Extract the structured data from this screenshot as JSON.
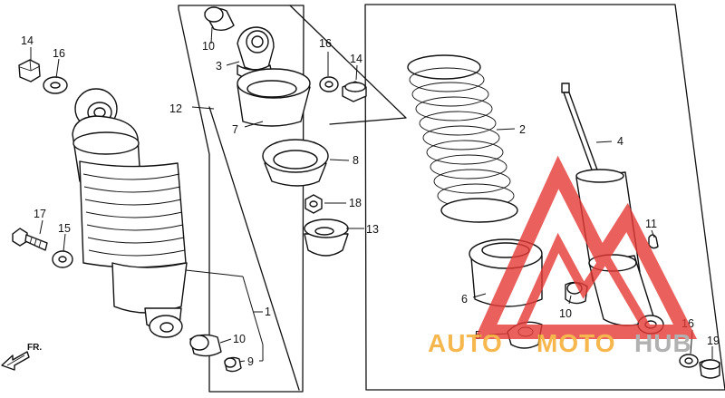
{
  "callouts": {
    "n1": "1",
    "n2": "2",
    "n3": "3",
    "n4": "4",
    "n5": "5",
    "n6": "6",
    "n7": "7",
    "n8": "8",
    "n9": "9",
    "n10a": "10",
    "n10b": "10",
    "n10c": "10",
    "n11": "11",
    "n12": "12",
    "n13": "13",
    "n14a": "14",
    "n14b": "14",
    "n15": "15",
    "n16a": "16",
    "n16b": "16",
    "n16c": "16",
    "n17": "17",
    "n18": "18",
    "n19": "19"
  },
  "arrow": {
    "label": "FR."
  },
  "watermark": {
    "part1": "AUTO",
    "part2": "MOTO",
    "part3": "HUB",
    "color_red": "#e53935",
    "color_orange": "#f5a623",
    "color_gray": "#9e9e9e"
  }
}
